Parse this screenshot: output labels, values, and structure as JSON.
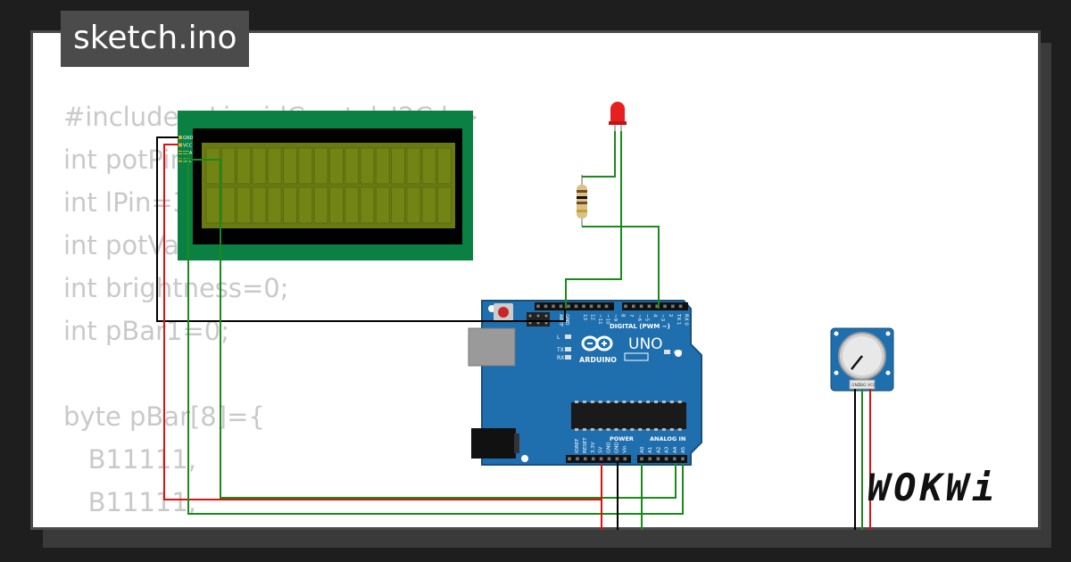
{
  "title": "sketch.ino",
  "code_lines": [
    "#include <LiquidCrystal_I2C.h>",
    "int potPin=A0;",
    "int lPin=3;",
    "int potVal;",
    "int brightness=0;",
    "int pBar1=0;",
    "",
    "byte pBar[8]={",
    "   B11111,",
    "   B11111,",
    "   B11111,"
  ],
  "lcd": {
    "pins": [
      "GND",
      "VCC",
      "SDA",
      "SCL"
    ]
  },
  "arduino": {
    "brand": "ARDUINO",
    "model": "UNO",
    "digital_header": "DIGITAL (PWM ~)",
    "power_header": "POWER",
    "analog_header": "ANALOG IN",
    "leds": [
      "L",
      "TX",
      "RX"
    ],
    "on_label": "ON",
    "aref": "AREF",
    "gnd": "GND",
    "digital_pins": [
      "13",
      "12",
      "~11",
      "~10",
      "~9",
      "8",
      "7",
      "~6",
      "~5",
      "4",
      "~3",
      "2",
      "TX 1",
      "RX 0"
    ],
    "power_pins": [
      "IOREF",
      "RESET",
      "3.3V",
      "5V",
      "GND",
      "GND",
      "Vin"
    ],
    "analog_pins": [
      "A0",
      "A1",
      "A2",
      "A3",
      "A4",
      "A5"
    ]
  },
  "potentiometer": {
    "pins": [
      "GND",
      "SIG",
      "VCC"
    ]
  },
  "brand": "WOKWi",
  "colors": {
    "board": "#1f6fae",
    "lcd_pcb": "#0b8043",
    "lcd_screen": "#6a7a12",
    "wire_green": "#1a8a1a",
    "wire_red": "#e01010",
    "wire_black": "#000000"
  }
}
